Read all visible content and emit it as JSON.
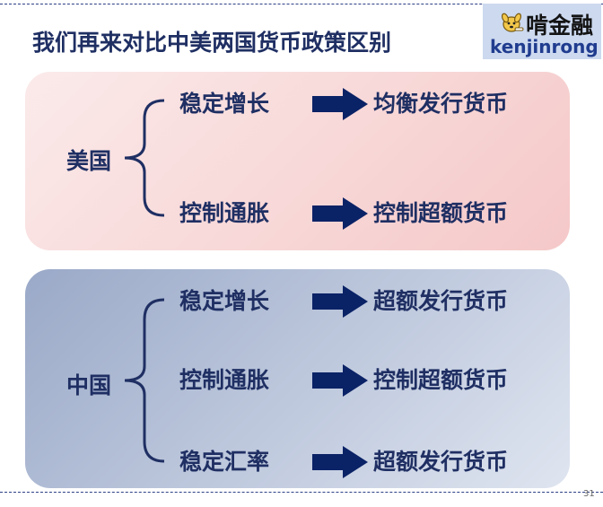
{
  "slide": {
    "title": "我们再来对比中美两国货币政策区别",
    "page_number": "31"
  },
  "logo": {
    "icon": "dog-mascot-icon",
    "name_cn": "啃金融",
    "name_en": "kenjinrong"
  },
  "colors": {
    "text_navy": "#1f2f63",
    "arrow_navy": "#0a2266",
    "us_panel": "#f5c8c8",
    "cn_panel": "#9aa9c8"
  },
  "us": {
    "country": "美国",
    "rows": [
      {
        "goal": "稳定增长",
        "policy": "均衡发行货币"
      },
      {
        "goal": "控制通胀",
        "policy": "控制超额货币"
      }
    ]
  },
  "cn": {
    "country": "中国",
    "rows": [
      {
        "goal": "稳定增长",
        "policy": "超额发行货币"
      },
      {
        "goal": "控制通胀",
        "policy": "控制超额货币"
      },
      {
        "goal": "稳定汇率",
        "policy": "超额发行货币"
      }
    ]
  }
}
